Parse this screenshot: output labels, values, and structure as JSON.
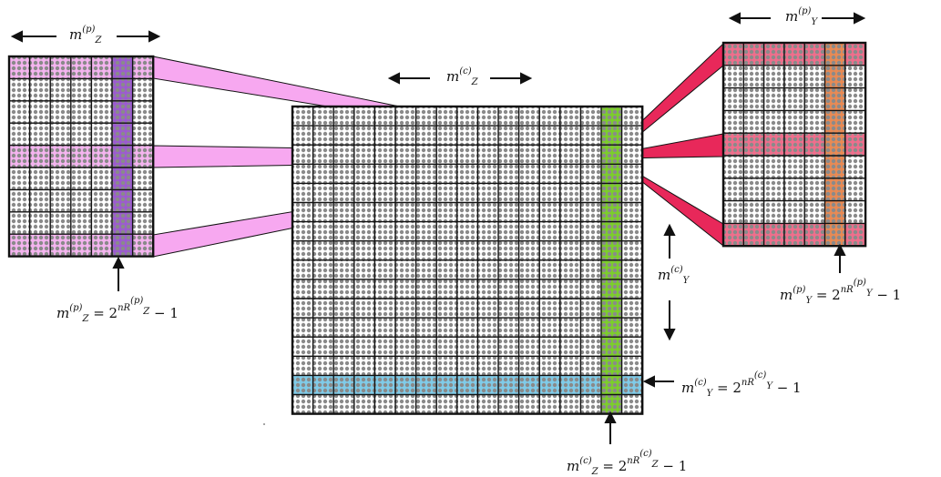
{
  "labels": {
    "mz_p_top": {
      "base": "m",
      "sub": "Z",
      "sup": "(p)"
    },
    "my_p_top": {
      "base": "m",
      "sub": "Y",
      "sup": "(p)"
    },
    "mz_c_top": {
      "base": "m",
      "sub": "Z",
      "sup": "(c)"
    },
    "my_c_side": {
      "base": "m",
      "sub": "Y",
      "sup": "(c)"
    },
    "mz_p_eq": {
      "lhs": "m",
      "sub": "Z",
      "sup": "(p)",
      "eq": "= 2",
      "exp": "nR",
      "exp_sub": "Z",
      "exp_sup": "(p)",
      "tail": "− 1"
    },
    "my_p_eq": {
      "lhs": "m",
      "sub": "Y",
      "sup": "(p)",
      "eq": "= 2",
      "exp": "nR",
      "exp_sub": "Y",
      "exp_sup": "(p)",
      "tail": "− 1"
    },
    "my_c_eq": {
      "lhs": "m",
      "sub": "Y",
      "sup": "(c)",
      "eq": "= 2",
      "exp": "nR",
      "exp_sub": "Y",
      "exp_sup": "(c)",
      "tail": "− 1"
    },
    "mz_c_eq": {
      "lhs": "m",
      "sub": "Z",
      "sup": "(c)",
      "eq": "= 2",
      "exp": "nR",
      "exp_sub": "Z",
      "exp_sup": "(c)",
      "tail": "− 1"
    }
  },
  "colors": {
    "dot": "#8a8a8a",
    "grid": "#111111",
    "pink_fan": "#f7a8f0",
    "pink_row": "#f4b4ef",
    "purple_col": "#9c5ccf",
    "red_fan": "#e8285a",
    "red_row": "#ef6e8c",
    "orange_col": "#e88a54",
    "green_col": "#7ccd2c",
    "cyan_row": "#7fcbe8"
  }
}
